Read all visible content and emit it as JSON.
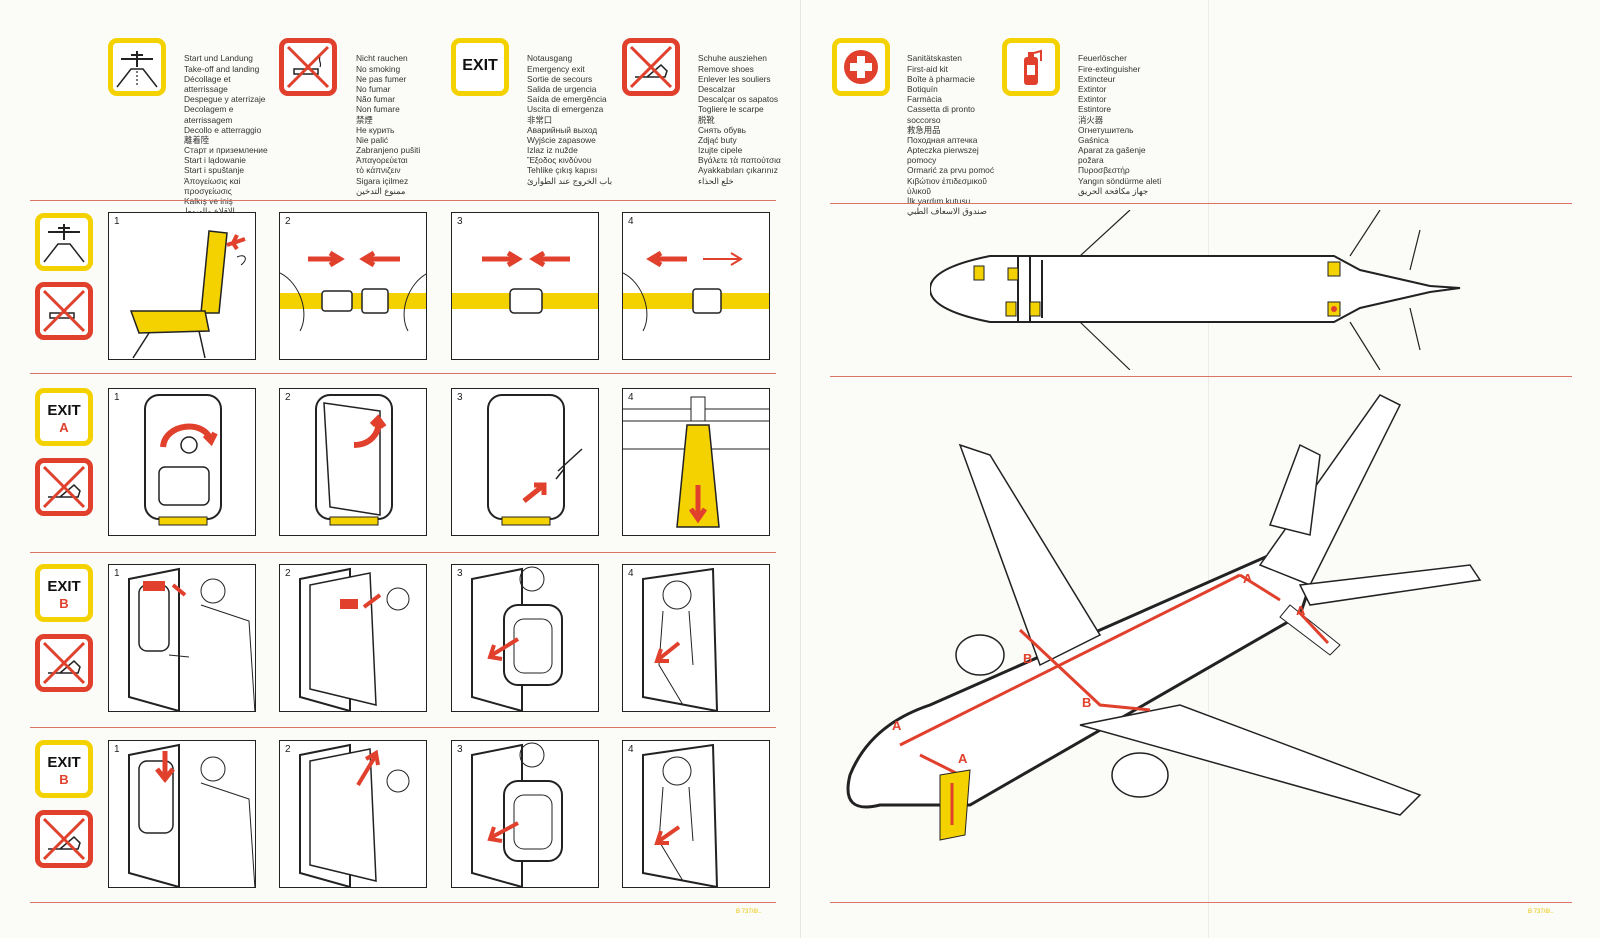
{
  "legends": {
    "takeoff": [
      "Start und Landung",
      "Take-off and landing",
      "Décollage et",
      "atterrissage",
      "Despegue y aterrizaje",
      "Decolagem e",
      "aterrissagem",
      "Decollo e atterraggio",
      "離着陸",
      "Старт и приземление",
      "Start i lądowanie",
      "Start i spuštanje",
      "Άπογείωσις καί",
      "προσγείωσις",
      "Kalkış ve iniş",
      "الإقلاع والهبوط"
    ],
    "nosmoking": [
      "Nicht rauchen",
      "No smoking",
      "Ne pas fumer",
      "No fumar",
      "Não fumar",
      "Non fumare",
      "禁煙",
      "Не курить",
      "Nie palić",
      "Zabranjeno pušiti",
      "Ἀπαγορεύεται",
      "τὸ κάπνιζειν",
      "Sigara içilmez",
      "ممنوع التدخين"
    ],
    "exit": [
      "Notausgang",
      "Emergency exit",
      "Sortie de secours",
      "Salida de urgencia",
      "Saída de emergência",
      "Uscita di emergenza",
      "非常口",
      "Аварийный выход",
      "Wyjście zapasowe",
      "Izlaz iz nužde",
      "Ἔξοδος κινδύνου",
      "Tehlike çıkış kapısı",
      "باب الخروج عند الطوارئ"
    ],
    "shoes": [
      "Schuhe ausziehen",
      "Remove shoes",
      "Enlever les souliers",
      "Descalzar",
      "Descalçar os sapatos",
      "Togliere le scarpe",
      "脱靴",
      "Снять обувь",
      "Zdjąć buty",
      "Izujte cipele",
      "Βγάλετε τὰ παπούτσια",
      "Ayakkabıları çıkarınız",
      "خلع الحذاء"
    ],
    "firstaid": [
      "Sanitätskasten",
      "First-aid kit",
      "Boîte à pharmacie",
      "Botiquín",
      "Farmácia",
      "Cassetta di pronto",
      "soccorso",
      "救急用品",
      "Походная аптечка",
      "Apteczka pierwszej",
      "pomocy",
      "Ormarić za prvu pomoć",
      "Κιβώτιον ἐπιδεσμικοῦ",
      "ὑλικοῦ",
      "İlk yardım kutusu",
      "صندوق الاسعاف الطبي"
    ],
    "extinguisher": [
      "Feuerlöscher",
      "Fire-extinguisher",
      "Extincteur",
      "Extintor",
      "Extintor",
      "Estintore",
      "消火器",
      "Огнетушитель",
      "Gaśnica",
      "Aparat za gašenje",
      "požara",
      "Πυροσβεστήρ",
      "Yangın söndürme aleti",
      "جهاز مكافحة الحريق"
    ]
  },
  "exit_labels": {
    "exit": "EXIT",
    "a": "A",
    "b": "B"
  },
  "panel_numbers": [
    "1",
    "2",
    "3",
    "4"
  ],
  "diagram_labels": {
    "a": "A",
    "b": "B"
  },
  "footers": {
    "left": "B 737/8/..",
    "right": "B 737/8/.."
  },
  "colors": {
    "accent_yellow": "#f4d200",
    "accent_red": "#e0402c"
  }
}
